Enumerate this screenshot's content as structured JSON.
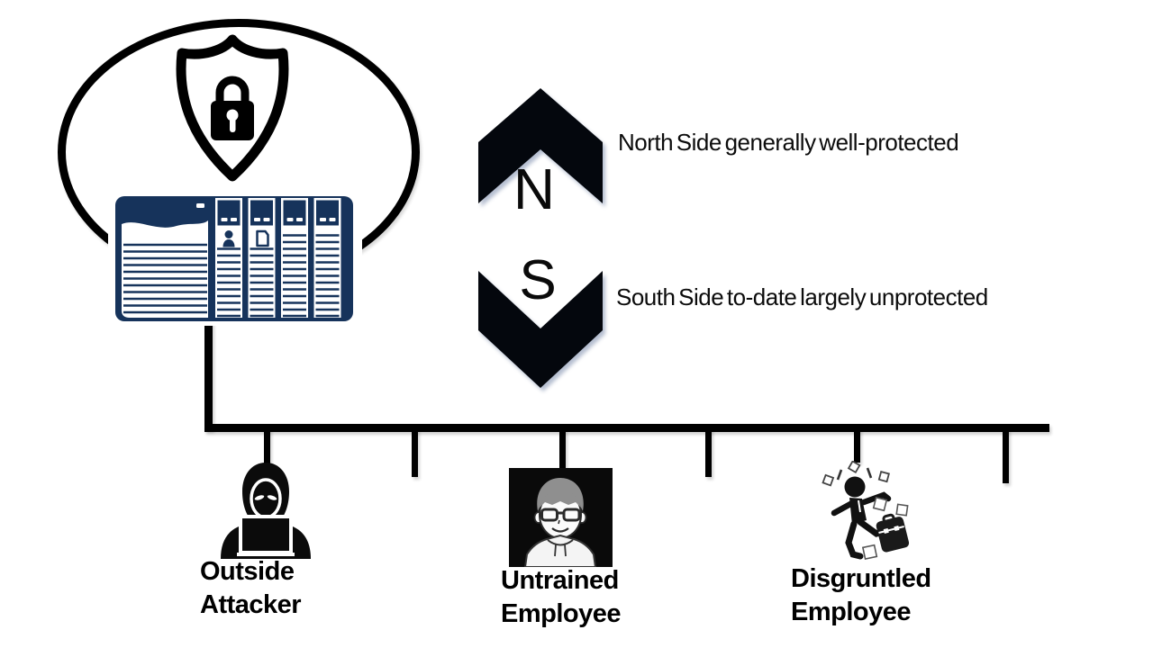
{
  "diagram": {
    "background": "#ffffff",
    "zone": {
      "shield_icon": "shield-with-padlock",
      "mainframe_icon": "mainframe-data-server"
    },
    "compass": {
      "north_letter": "N",
      "south_letter": "S",
      "north_caption": "North Side generally well-protected",
      "south_caption": "South Side to-date largely unprotected"
    },
    "threats": [
      {
        "icon": "hooded-hacker-with-laptop",
        "label_line1": "Outside",
        "label_line2": "Attacker"
      },
      {
        "icon": "employee-portrait-photo",
        "label_line1": "Untrained",
        "label_line2": "Employee"
      },
      {
        "icon": "person-kicking-briefcase",
        "label_line1": "Disgruntled",
        "label_line2": "Employee"
      }
    ],
    "colors": {
      "ink": "#000000",
      "navy": "#16335b",
      "hair_gray": "#8f8f8f",
      "background": "#ffffff"
    }
  }
}
